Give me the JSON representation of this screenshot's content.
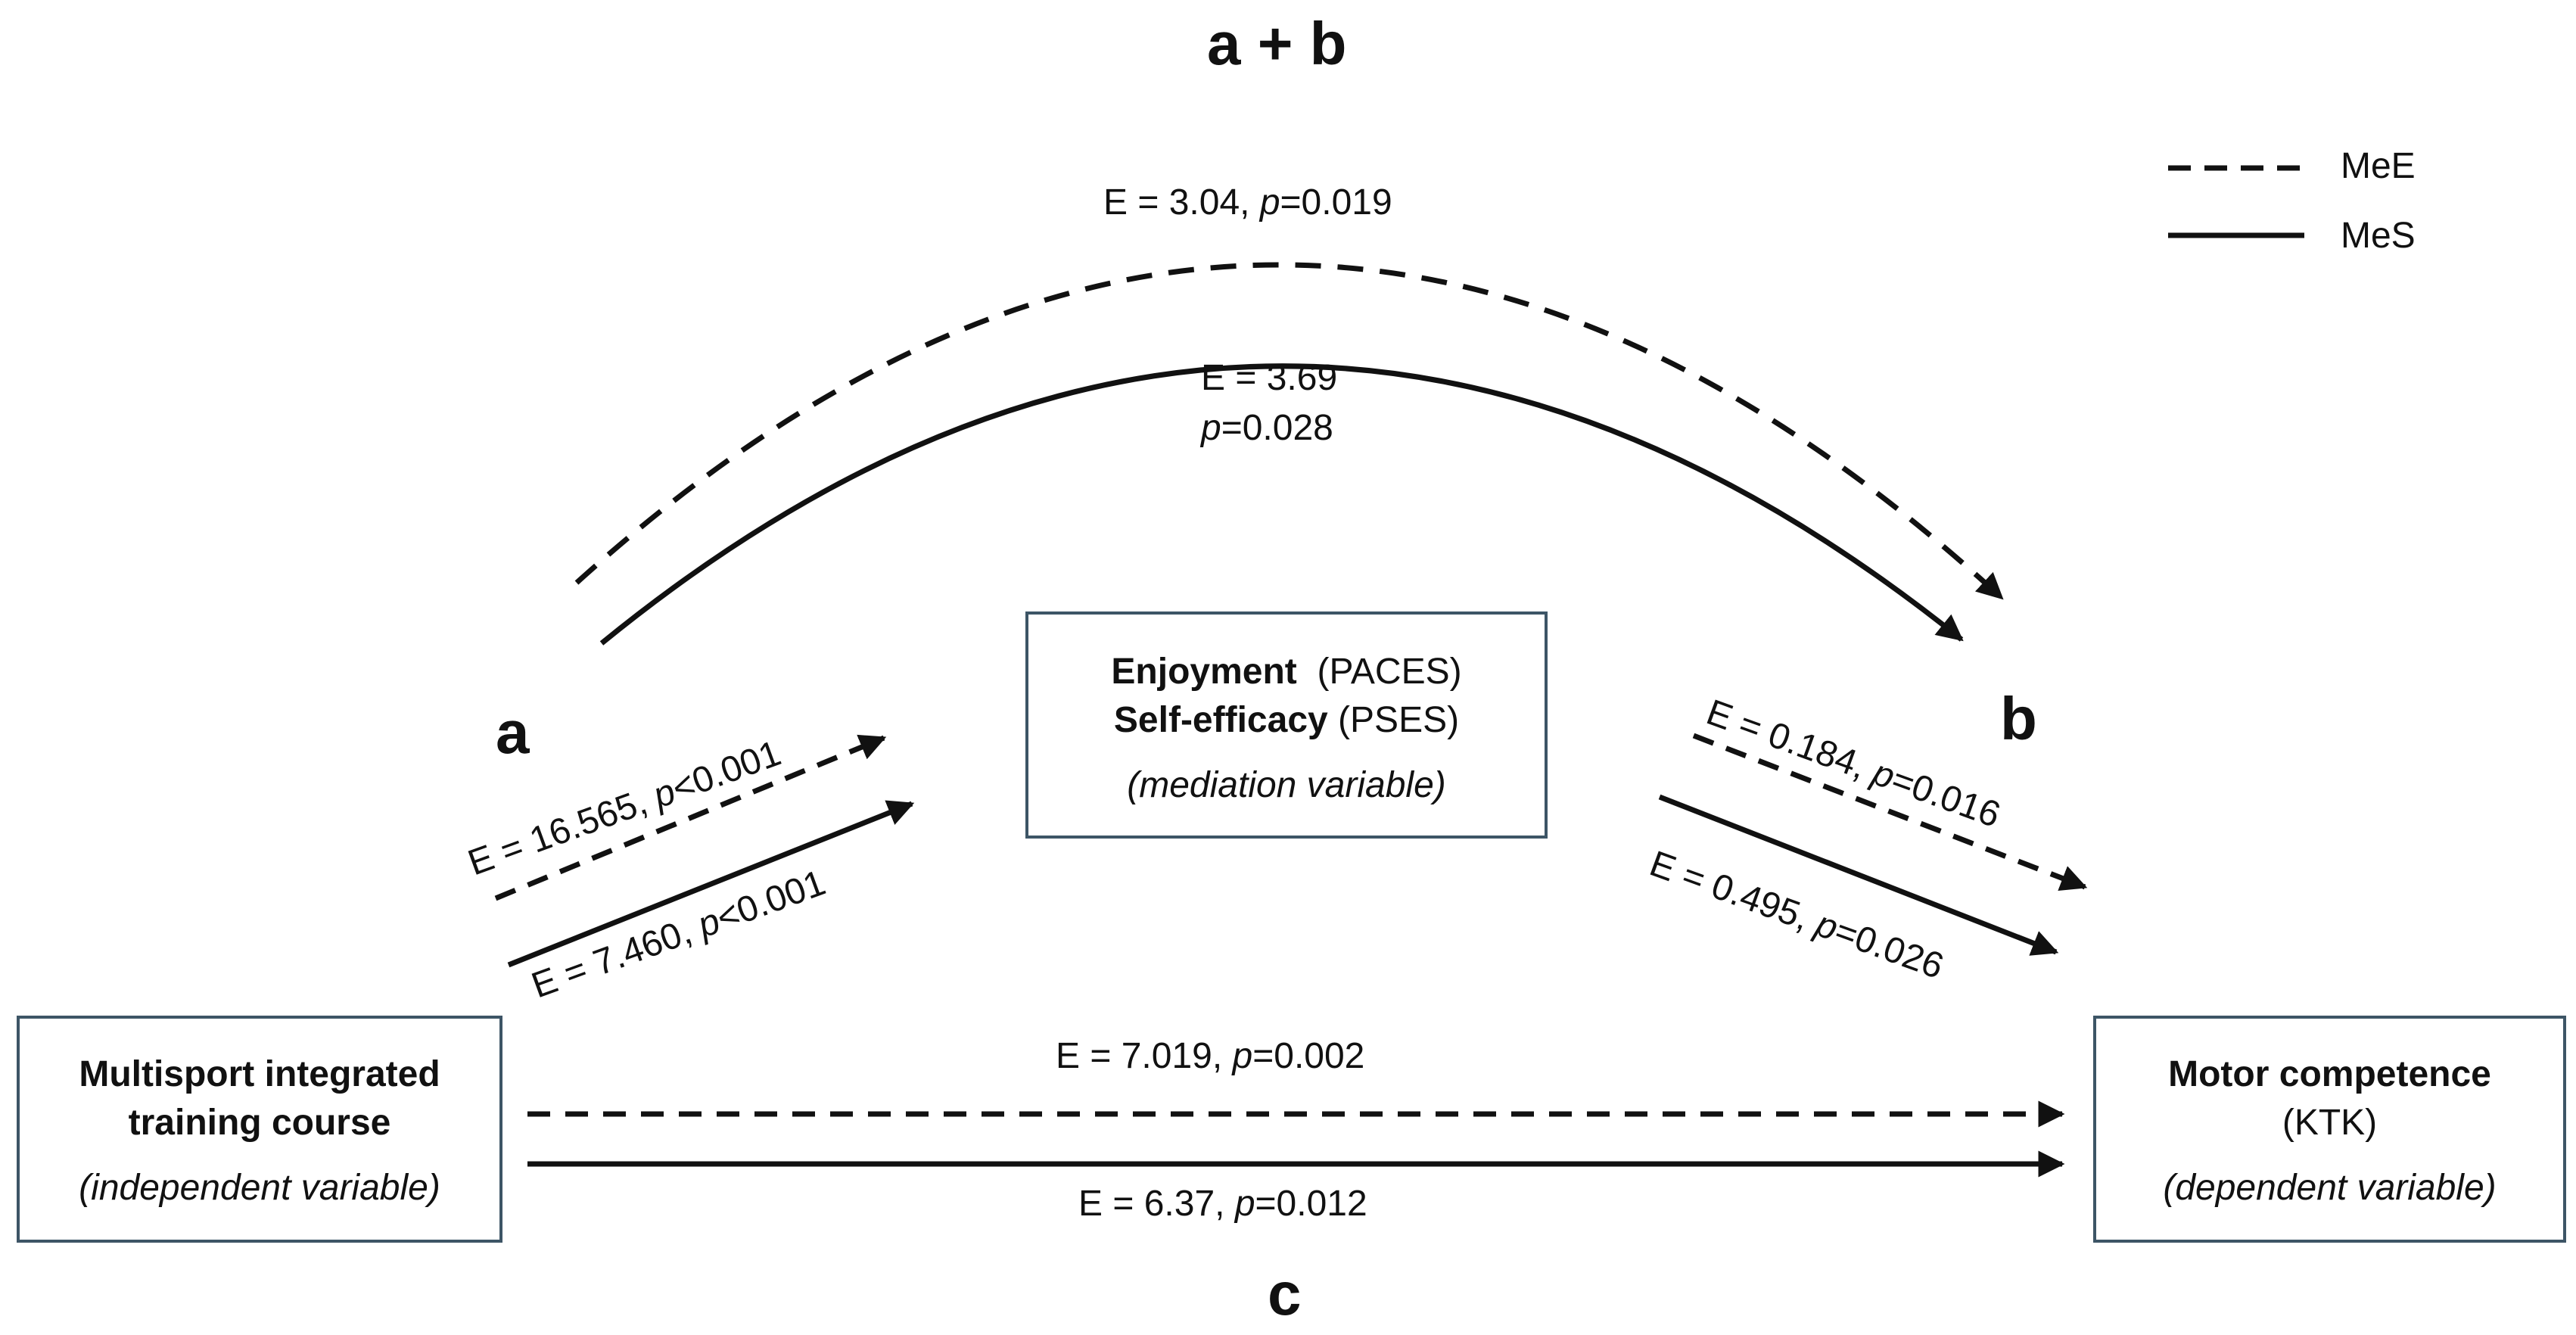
{
  "title": "a + b",
  "paths": {
    "a": "a",
    "b": "b",
    "c": "c"
  },
  "legend": {
    "dashed_label": "MeE",
    "solid_label": "MeS"
  },
  "nodes": {
    "independent": {
      "line1": "Multisport integrated",
      "line2": "training course",
      "role": "(independent variable)"
    },
    "mediator": {
      "line1_bold": "Enjoyment",
      "line1_rest": "(PACES)",
      "line2_bold": "Self-efficacy",
      "line2_rest": "(PSES)",
      "role": "(mediation variable)"
    },
    "dependent": {
      "line1": "Motor competence",
      "line2": "(KTK)",
      "role": "(dependent variable)"
    }
  },
  "edges": {
    "ab_dashed": {
      "e_text": "E = 3.04, ",
      "p_letter": "p",
      "p_text": "=0.019"
    },
    "ab_solid": {
      "e_text": "E = 3.69",
      "p_letter": "p",
      "p_text": "=0.028"
    },
    "a_dashed": {
      "e_text": "E = 16.565, ",
      "p_letter": "p",
      "p_text": "<0.001"
    },
    "a_solid": {
      "e_text": "E = 7.460, ",
      "p_letter": "p",
      "p_text": "<0.001"
    },
    "b_dashed": {
      "e_text": "E = 0.184, ",
      "p_letter": "p",
      "p_text": "=0.016"
    },
    "b_solid": {
      "e_text": "E = 0.495, ",
      "p_letter": "p",
      "p_text": "=0.026"
    },
    "c_dashed": {
      "e_text": "E = 7.019, ",
      "p_letter": "p",
      "p_text": "=0.002"
    },
    "c_solid": {
      "e_text": "E = 6.37, ",
      "p_letter": "p",
      "p_text": "=0.012"
    }
  }
}
